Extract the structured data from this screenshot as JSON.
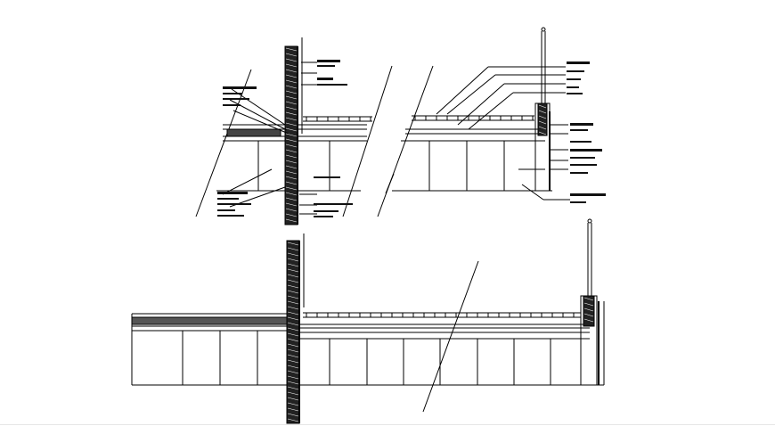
{
  "drawing": {
    "type": "architectural-section-detail",
    "line_color": "#000000",
    "background": "#ffffff",
    "views": [
      {
        "name": "upper-left-wall-section-detail"
      },
      {
        "name": "upper-right-parapet-railing-detail"
      },
      {
        "name": "lower-full-roof-section"
      }
    ],
    "annotation_labels_legible": false
  }
}
